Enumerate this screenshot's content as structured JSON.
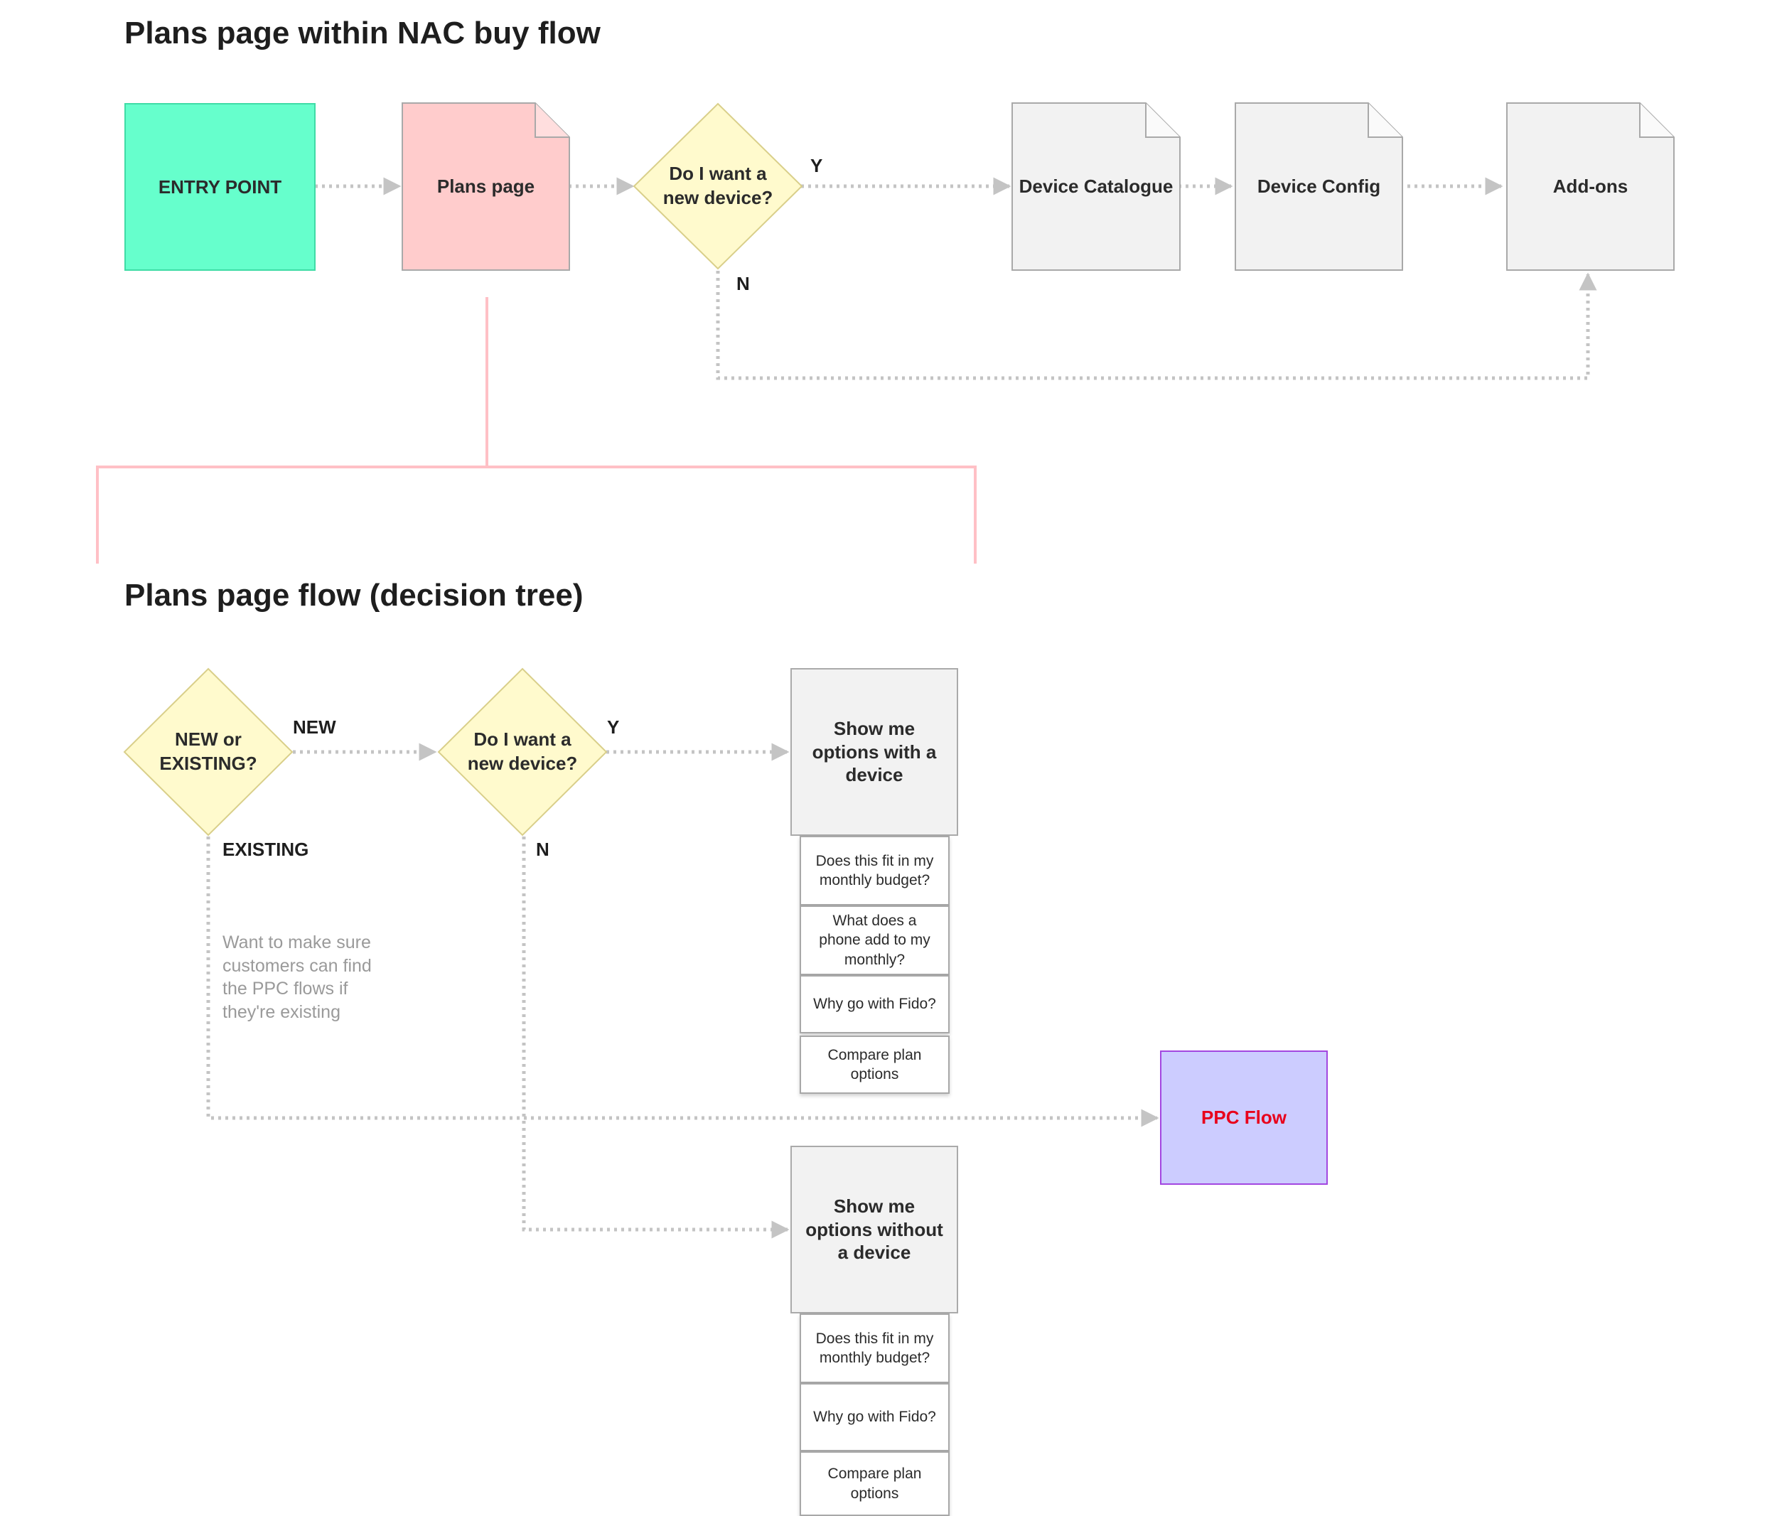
{
  "titles": {
    "top": "Plans page within NAC buy flow",
    "bottom": "Plans page flow (decision tree)"
  },
  "top_flow": {
    "entry_point": "ENTRY POINT",
    "plans_page": "Plans page",
    "decision": "Do I want a new device?",
    "yes_label": "Y",
    "no_label": "N",
    "device_catalogue": "Device Catalogue",
    "device_config": "Device Config",
    "add_ons": "Add-ons"
  },
  "decision_tree": {
    "new_or_existing": "NEW or EXISTING?",
    "new_label": "NEW",
    "existing_label": "EXISTING",
    "want_device": "Do I want a new device?",
    "yes_label": "Y",
    "no_label": "N",
    "note": "Want to make sure customers can find the PPC flows if they're existing",
    "with_device": {
      "title": "Show me options with a device",
      "items": [
        "Does this fit in my monthly budget?",
        "What does a phone add to my monthly?",
        "Why go with Fido?",
        "Compare plan options"
      ]
    },
    "without_device": {
      "title": "Show me options without a device",
      "items": [
        "Does this fit in my monthly budget?",
        "Why go with Fido?",
        "Compare plan options"
      ]
    },
    "ppc_flow": "PPC Flow"
  },
  "colors": {
    "entry_fill": "#66ffcc",
    "plans_fill": "#ffcccc",
    "decision_fill": "#fffacd",
    "page_fill": "#f2f2f2",
    "ppc_fill": "#ccccff",
    "ppc_text": "#e8001c",
    "connector": "#c4c4c4",
    "bracket": "#ffc0c6"
  }
}
